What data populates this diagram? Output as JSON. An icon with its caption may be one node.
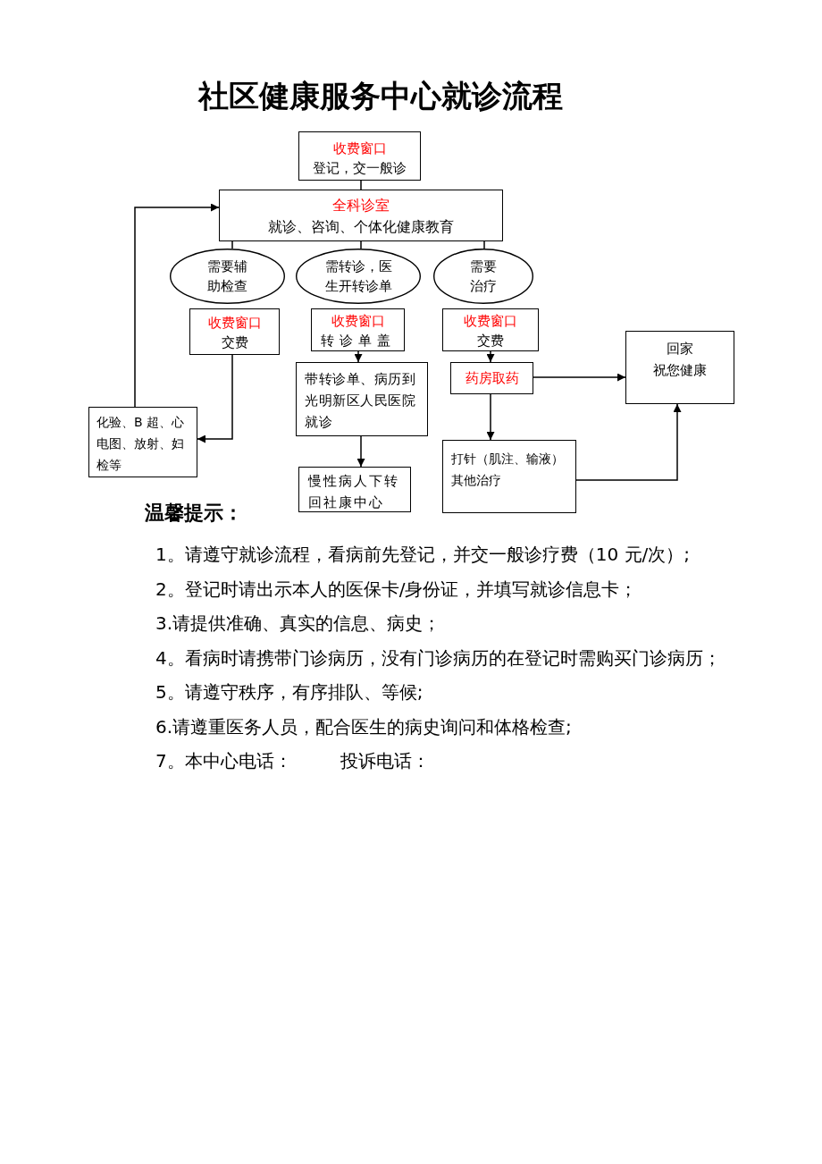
{
  "diagram": {
    "title": "社区健康服务中心就诊流程",
    "nodes": [
      {
        "text": [
          "收费窗口",
          "登记，交一般诊"
        ]
      },
      {
        "text": [
          "全科诊室",
          "就诊、咨询、个体化健康教育"
        ]
      },
      {
        "text": [
          "需要辅助检查"
        ]
      },
      {
        "text": [
          "需转诊，医生开转诊单"
        ]
      },
      {
        "text": [
          "需要治疗"
        ]
      },
      {
        "text": [
          "收费窗口",
          "交费"
        ]
      },
      {
        "text": [
          "收费窗口",
          "转诊单盖"
        ]
      },
      {
        "text": [
          "收费窗口",
          "交费"
        ]
      },
      {
        "text": [
          "回家",
          "祝您健康"
        ]
      },
      {
        "text": [
          "带转诊单、病历到光明新区人民医院就诊"
        ]
      },
      {
        "text": [
          "药房取药"
        ]
      },
      {
        "text": [
          "化验、B 超、心电图、放射、妇检等"
        ]
      },
      {
        "text": [
          "打针（肌注、输液）",
          "其他治疗"
        ]
      },
      {
        "text": [
          "慢性病人下转回社康中心"
        ]
      }
    ],
    "edges": [
      {
        "from": 0,
        "to": 1,
        "arrow": "none"
      },
      {
        "from": 1,
        "to": 2,
        "arrow": "none"
      },
      {
        "from": 1,
        "to": 3,
        "arrow": "none"
      },
      {
        "from": 1,
        "to": 4,
        "arrow": "none"
      },
      {
        "from": 5,
        "to": 11,
        "arrow": "to"
      },
      {
        "from": 11,
        "to": 1,
        "arrow": "to"
      },
      {
        "from": 6,
        "to": 9,
        "arrow": "to"
      },
      {
        "from": 9,
        "to": 13,
        "arrow": "to"
      },
      {
        "from": 7,
        "to": 10,
        "arrow": "to"
      },
      {
        "from": 10,
        "to": 8,
        "arrow": "to"
      },
      {
        "from": 10,
        "to": 12,
        "arrow": "to"
      },
      {
        "from": 12,
        "to": 8,
        "arrow": "to"
      }
    ],
    "labels": [
      "温馨提示：",
      "1。请遵守就诊流程，看病前先登记，并交一般诊疗费（10 元/次）;",
      "2。登记时请出示本人的医保卡/身份证，并填写就诊信息卡；",
      "3.请提供准确、真实的信息、病史；",
      "4。看病时请携带门诊病历，没有门诊病历的在登记时需购买门诊病历；",
      "5。请遵守秩序，有序排队、等候;",
      "6.请遵重医务人员，配合医生的病史询问和体格检查;",
      "7。本中心电话：",
      "投诉电话："
    ]
  }
}
